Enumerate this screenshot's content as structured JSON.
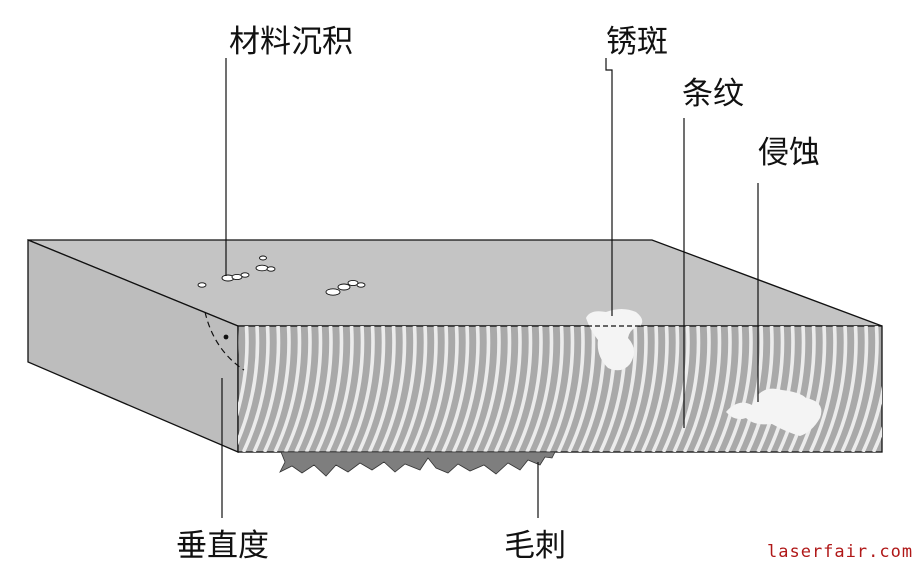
{
  "labels": {
    "material_deposit": "材料沉积",
    "rust_spot": "锈斑",
    "striations": "条纹",
    "erosion": "侵蚀",
    "perpendicularity": "垂直度",
    "burr": "毛刺"
  },
  "watermark": "laserfair.com",
  "colors": {
    "top_face": "#c4c4c4",
    "side_face": "#bdbdbd",
    "cut_face": "#a9a9a9",
    "striation": "#ececec",
    "burr": "#7e7e7e",
    "outline": "#111111",
    "watermark": "#b01818"
  }
}
